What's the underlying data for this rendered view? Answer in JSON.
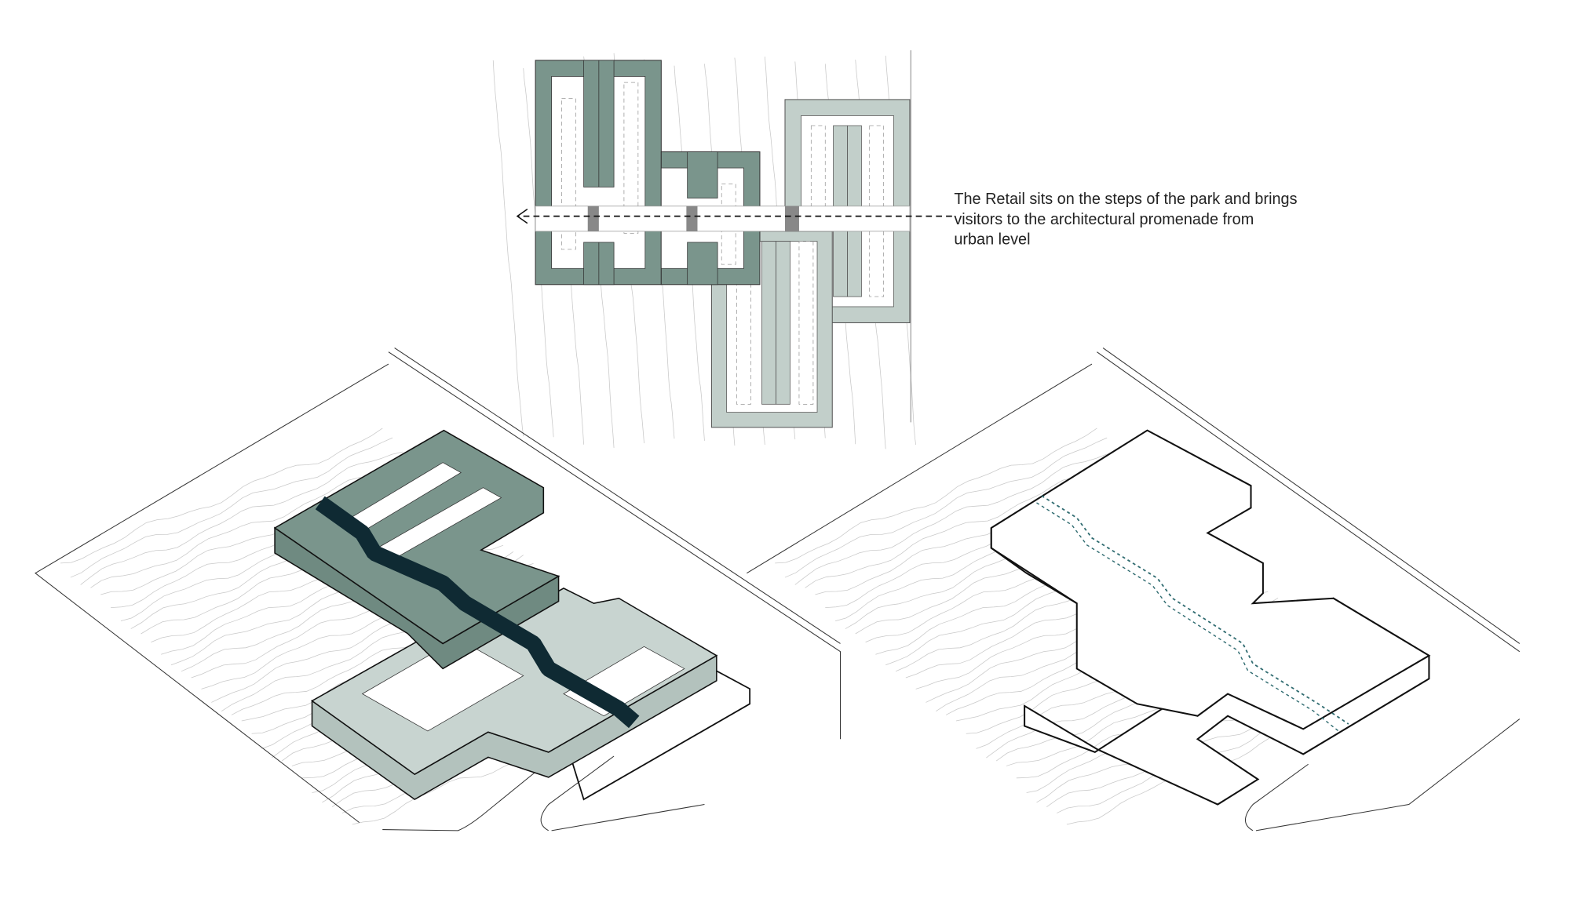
{
  "caption": {
    "lines": [
      "The Retail sits on the steps of the park and brings",
      "visitors to the architectural promenade from",
      "urban level"
    ]
  },
  "colors": {
    "dark_green": "#7a958c",
    "light_green": "#c2cfca",
    "promenade": "#0f2a33",
    "dashed_path": "#2f6b70"
  }
}
